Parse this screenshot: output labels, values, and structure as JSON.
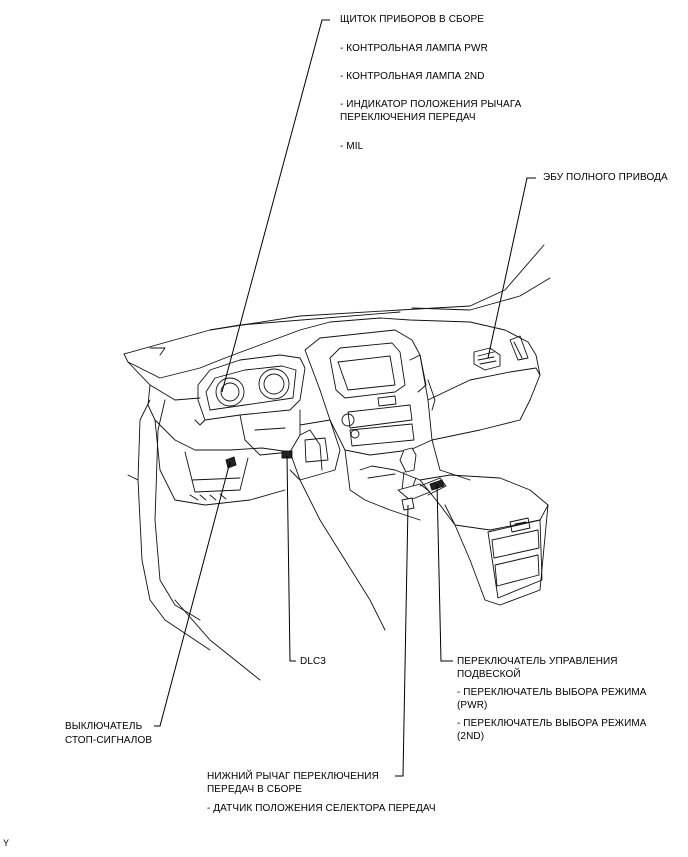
{
  "callouts": {
    "cluster": {
      "title": "ЩИТОК ПРИБОРОВ В СБОРЕ",
      "items": [
        "- КОНТРОЛЬНАЯ ЛАМПА PWR",
        "- КОНТРОЛЬНАЯ ЛАМПА 2ND",
        "- ИНДИКАТОР ПОЛОЖЕНИЯ РЫЧАГА",
        "ПЕРЕКЛЮЧЕНИЯ ПЕРЕДАЧ",
        "- MIL"
      ]
    },
    "awd_ecu": {
      "title": "ЭБУ ПОЛНОГО ПРИВОДА"
    },
    "dlc3": {
      "title": "DLC3"
    },
    "suspension_switch": {
      "title_line1": "ПЕРЕКЛЮЧАТЕЛЬ УПРАВЛЕНИЯ",
      "title_line2": "ПОДВЕСКОЙ",
      "items": [
        "- ПЕРЕКЛЮЧАТЕЛЬ ВЫБОРА РЕЖИМА",
        "(PWR)",
        "- ПЕРЕКЛЮЧАТЕЛЬ ВЫБОРА РЕЖИМА",
        "(2ND)"
      ]
    },
    "stop_switch": {
      "line1": "ВЫКЛЮЧАТЕЛЬ",
      "line2": "СТОП-СИГНАЛОВ"
    },
    "shift_lever": {
      "line1": "НИЖНИЙ РЫЧАГ ПЕРЕКЛЮЧЕНИЯ",
      "line2": "ПЕРЕДАЧ В СБОРЕ",
      "items": [
        "- ДАТЧИК ПОЛОЖЕНИЯ СЕЛЕКТОРА ПЕРЕДАЧ"
      ]
    }
  },
  "corner_mark": "Y"
}
